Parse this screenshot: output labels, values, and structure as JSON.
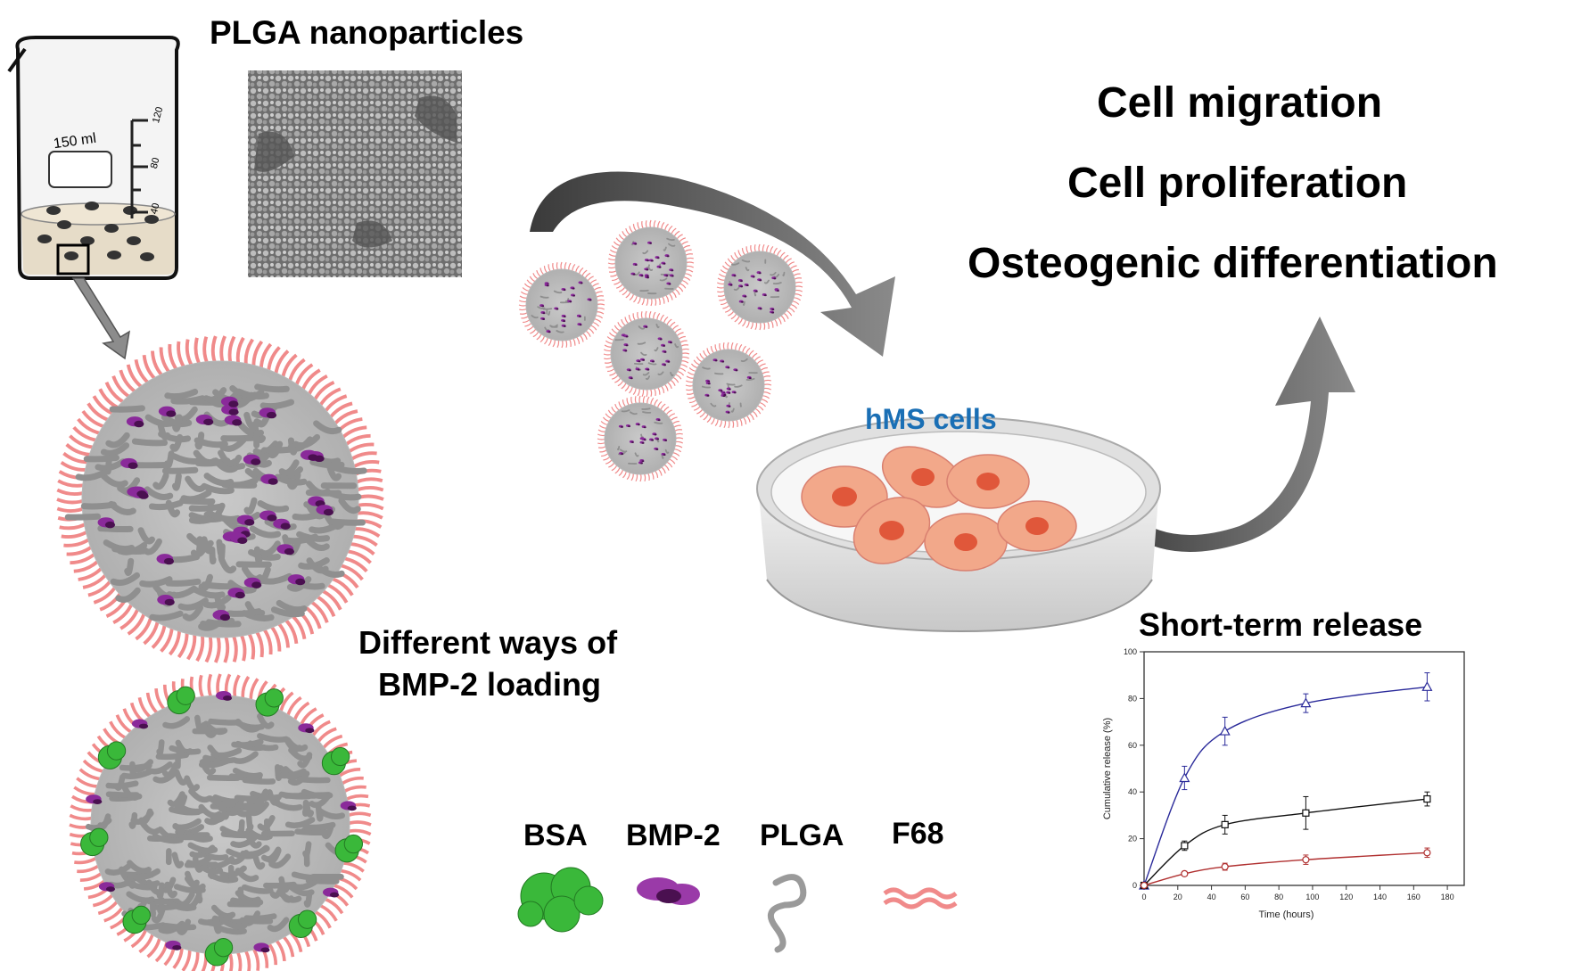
{
  "header": {
    "title": "PLGA nanoparticles"
  },
  "beaker": {
    "volume_label": "150 ml",
    "scale_ticks": [
      "120",
      "80",
      "40"
    ]
  },
  "outcomes": [
    "Cell migration",
    "Cell proliferation",
    "Osteogenic differentiation"
  ],
  "dish": {
    "label": "hMS cells",
    "label_color": "#1a6fb5"
  },
  "loading_caption": {
    "line1": "Different ways of",
    "line2": "BMP-2 loading"
  },
  "legend": [
    {
      "label": "BSA",
      "color": "#3ab83a"
    },
    {
      "label": "BMP-2",
      "color": "#8a2a9a"
    },
    {
      "label": "PLGA",
      "color": "#9a9a9a"
    },
    {
      "label": "F68",
      "color": "#f08a8a"
    }
  ],
  "chart_title": "Short-term release",
  "chart_data": {
    "type": "line",
    "title": "Short-term release",
    "xlabel": "Time (hours)",
    "ylabel": "Cumulative release (%)",
    "xlim": [
      0,
      190
    ],
    "ylim": [
      0,
      100
    ],
    "x_ticks": [
      "0",
      "20",
      "40",
      "60",
      "80",
      "100",
      "120",
      "140",
      "160",
      "180"
    ],
    "y_ticks": [
      "0",
      "20",
      "40",
      "60",
      "80",
      "100"
    ],
    "series": [
      {
        "color": "#2a2a9a",
        "marker": "triangle",
        "x": [
          0,
          24,
          48,
          96,
          168
        ],
        "y": [
          0,
          46,
          66,
          78,
          85
        ],
        "err": [
          0,
          5,
          6,
          4,
          6
        ]
      },
      {
        "color": "#111111",
        "marker": "square",
        "x": [
          0,
          24,
          48,
          96,
          168
        ],
        "y": [
          0,
          17,
          26,
          31,
          37
        ],
        "err": [
          0,
          2,
          4,
          7,
          3
        ]
      },
      {
        "color": "#b03030",
        "marker": "circle",
        "x": [
          0,
          24,
          48,
          96,
          168
        ],
        "y": [
          0,
          5,
          8,
          11,
          14
        ],
        "err": [
          0,
          1,
          1.5,
          2,
          2
        ]
      }
    ]
  }
}
